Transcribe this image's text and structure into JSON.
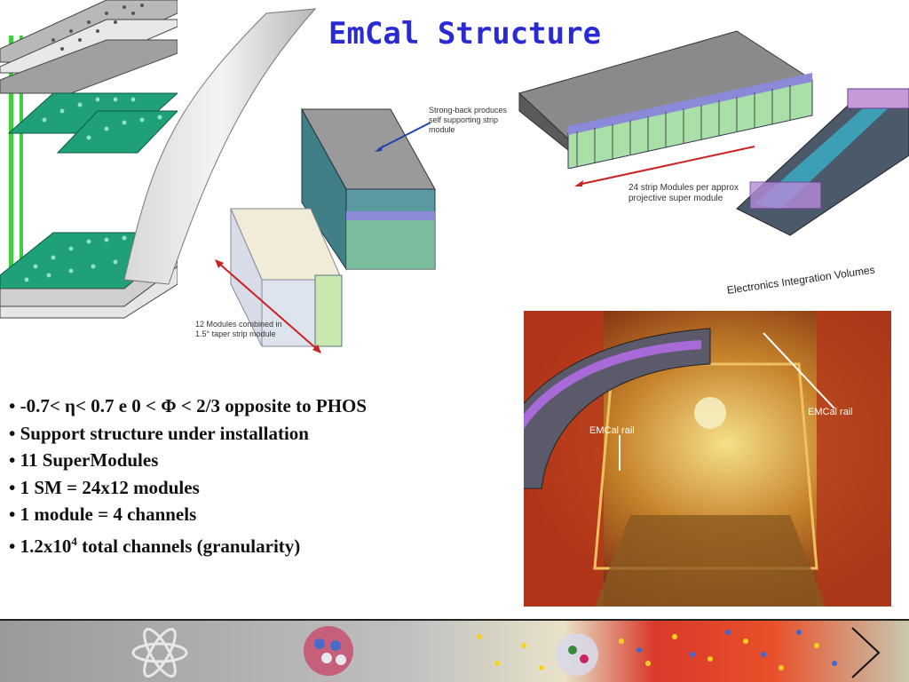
{
  "title": "EmCal Structure",
  "captions": {
    "strongback": "Strong-back produces self supporting strip module",
    "twelve_modules": "12 Modules combined in 1.5° taper strip module",
    "strip_modules": "24 strip Modules per approx projective super module",
    "electronics": "Electronics Integration Volumes"
  },
  "rail_labels": {
    "left": "EMCal rail",
    "right": "EMCal rail"
  },
  "bullets": [
    "• -0.7< η< 0.7 e 0 <  Φ < 2/3  opposite to PHOS",
    "• Support structure under installation",
    "• 11  SuperModules",
    "• 1 SM = 24x12 modules",
    "• 1 module = 4 channels"
  ],
  "last_bullet": {
    "prefix": "• 1.2x10",
    "sup": "4",
    "suffix": " total channels (granularity)"
  },
  "colors": {
    "title": "#2a2ad4",
    "module_green": "#2aa37a",
    "arrow_red": "#cc2222",
    "arrow_blue": "#2244aa"
  }
}
